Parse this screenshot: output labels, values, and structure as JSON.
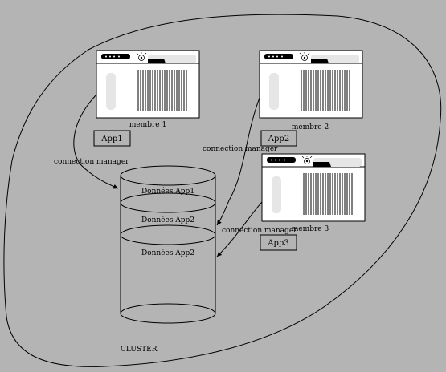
{
  "cluster": {
    "label": "CLUSTER"
  },
  "members": [
    {
      "label": "membre 1",
      "app": "App1"
    },
    {
      "label": "membre 2",
      "app": "App2"
    },
    {
      "label": "membre 3",
      "app": "App3"
    }
  ],
  "connections": [
    {
      "label": "connection manager"
    },
    {
      "label": "connection manager"
    },
    {
      "label": "connection manager"
    }
  ],
  "database": {
    "sections": [
      "Données App1",
      "Données App2",
      "Données App2"
    ]
  },
  "colors": {
    "background": "#b4b4b4",
    "server_body": "#ffffff",
    "server_slot": "#e6e6e6",
    "outline": "#000000"
  }
}
